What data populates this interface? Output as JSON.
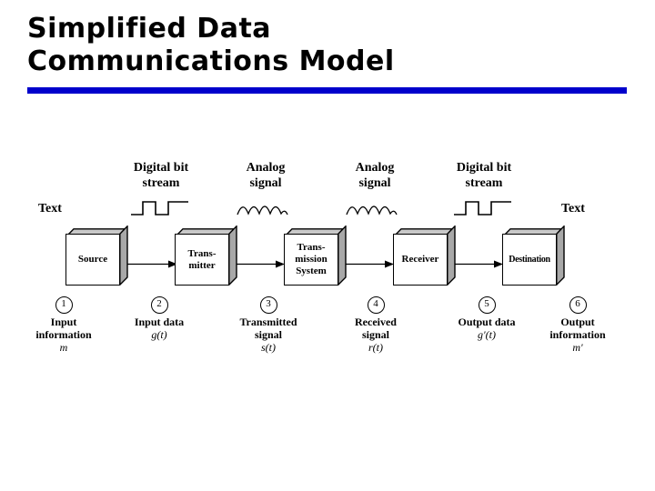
{
  "slide": {
    "title": "Simplified Data\nCommunications Model",
    "rule_color": "#0000cc"
  },
  "diagram": {
    "signal_labels": [
      {
        "name": "text-left",
        "text": "Text"
      },
      {
        "name": "digital-bit-stream-left",
        "text": "Digital bit\nstream",
        "waveform": "square-wave"
      },
      {
        "name": "analog-signal-left",
        "text": "Analog\nsignal",
        "waveform": "sine-wave"
      },
      {
        "name": "analog-signal-right",
        "text": "Analog\nsignal",
        "waveform": "sine-wave"
      },
      {
        "name": "digital-bit-stream-right",
        "text": "Digital bit\nstream",
        "waveform": "square-wave"
      },
      {
        "name": "text-right",
        "text": "Text"
      }
    ],
    "boxes": [
      {
        "name": "source",
        "label": "Source"
      },
      {
        "name": "transmitter",
        "label": "Trans-\nmitter"
      },
      {
        "name": "transmission-system",
        "label": "Trans-\nmission\nSystem"
      },
      {
        "name": "receiver",
        "label": "Receiver"
      },
      {
        "name": "destination",
        "label": "Destination"
      }
    ],
    "captions": [
      {
        "number": "1",
        "text": "Input\ninformation",
        "symbol": "m"
      },
      {
        "number": "2",
        "text": "Input data",
        "symbol": "g(t)"
      },
      {
        "number": "3",
        "text": "Transmitted\nsignal",
        "symbol": "s(t)"
      },
      {
        "number": "4",
        "text": "Received\nsignal",
        "symbol": "r(t)"
      },
      {
        "number": "5",
        "text": "Output data",
        "symbol": "g'(t)"
      },
      {
        "number": "6",
        "text": "Output\ninformation",
        "symbol": "m'"
      }
    ]
  }
}
